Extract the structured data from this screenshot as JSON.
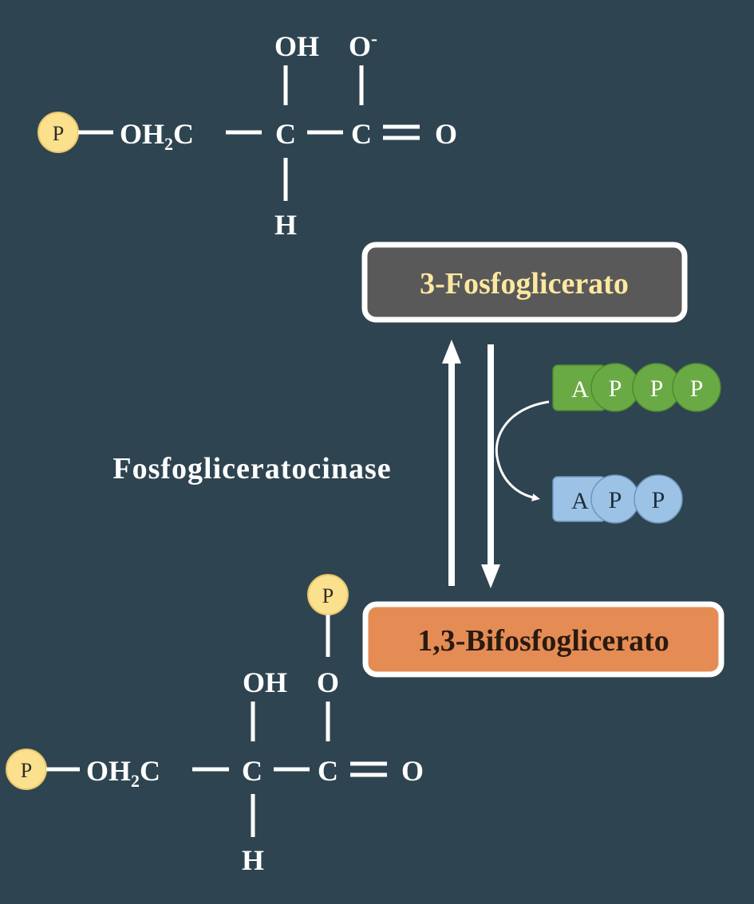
{
  "top_molecule": {
    "phosphate": "P",
    "oh": "OH",
    "o_minus": "O",
    "o_minus_charge": "-",
    "group": "OH",
    "group_sub": "2",
    "group_tail": "C",
    "c1": "C",
    "c2": "C",
    "o": "O",
    "h": "H"
  },
  "bottom_molecule": {
    "phosphate_left": "P",
    "phosphate_top": "P",
    "oh": "OH",
    "o_link": "O",
    "group": "OH",
    "group_sub": "2",
    "group_tail": "C",
    "c1": "C",
    "c2": "C",
    "o": "O",
    "h": "H"
  },
  "labels": {
    "top_box": "3-Fosfoglicerato",
    "bottom_box": "1,3-Bifosfoglicerato",
    "enzyme": "Fosfogliceratocinase"
  },
  "atp": {
    "a": "A",
    "p1": "P",
    "p2": "P",
    "p3": "P"
  },
  "adp": {
    "a": "A",
    "p1": "P",
    "p2": "P"
  },
  "colors": {
    "background": "#2e4450",
    "phosphate": "#fbe08e",
    "top_box_fill": "#595959",
    "top_box_text": "#fde8a0",
    "bottom_box_fill": "#e58c55",
    "bottom_box_text": "#2a1a10",
    "atp": "#6aaa45",
    "adp": "#9cc2e6"
  }
}
